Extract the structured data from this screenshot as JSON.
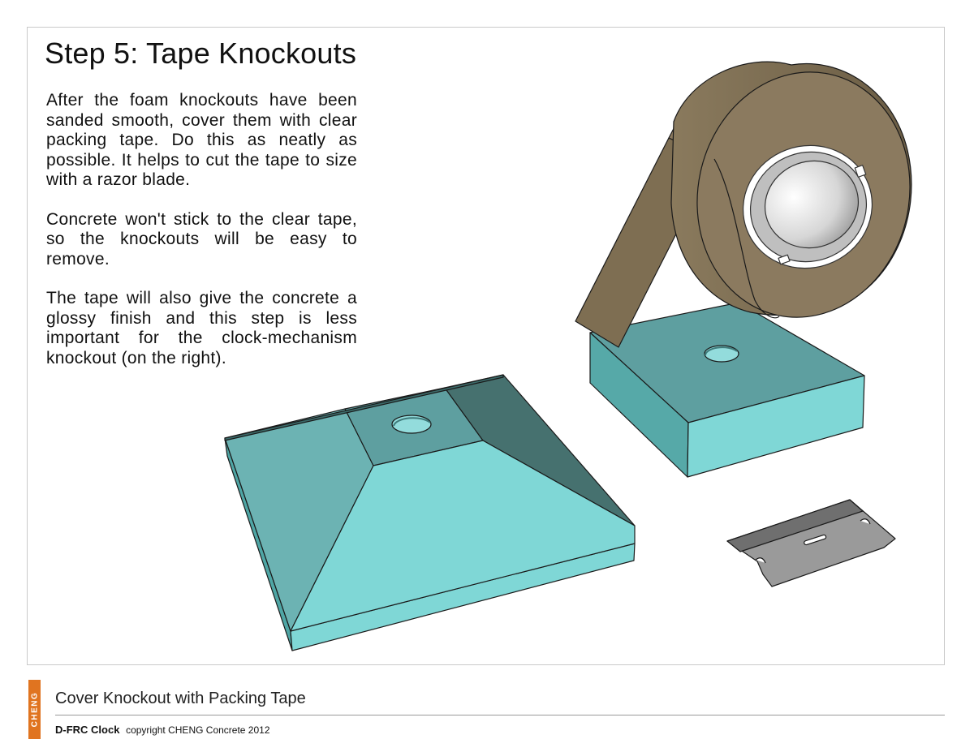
{
  "page": {
    "title_step": "Step 5:",
    "title_rest": "Tape Knockouts",
    "paragraphs": [
      "After the foam knockouts have been sanded smooth, cover them with clear packing tape. Do this as neatly as possible. It helps to cut the tape to size with a razor blade.",
      "Concrete won't stick to the clear tape, so the knockouts will be easy to remove.",
      "The tape will also give the concrete a glossy finish and this step is less important for the clock-mechanism knockout (on the right)."
    ]
  },
  "illustration": {
    "objects": [
      "packing-tape-roll",
      "square-knockout-block",
      "pyramid-knockout",
      "razor-blade"
    ],
    "colors": {
      "foam_light": "#7fd7d6",
      "foam_mid": "#5e9fa0",
      "foam_dark": "#46716f",
      "tape": "#8b7a5f",
      "blade": "#9a9a9a"
    }
  },
  "footer": {
    "brand_tab": "CHENG",
    "brand_color": "#e07420",
    "caption": "Cover Knockout with Packing Tape",
    "product": "D-FRC Clock",
    "copyright": "copyright CHENG Concrete 2012"
  }
}
